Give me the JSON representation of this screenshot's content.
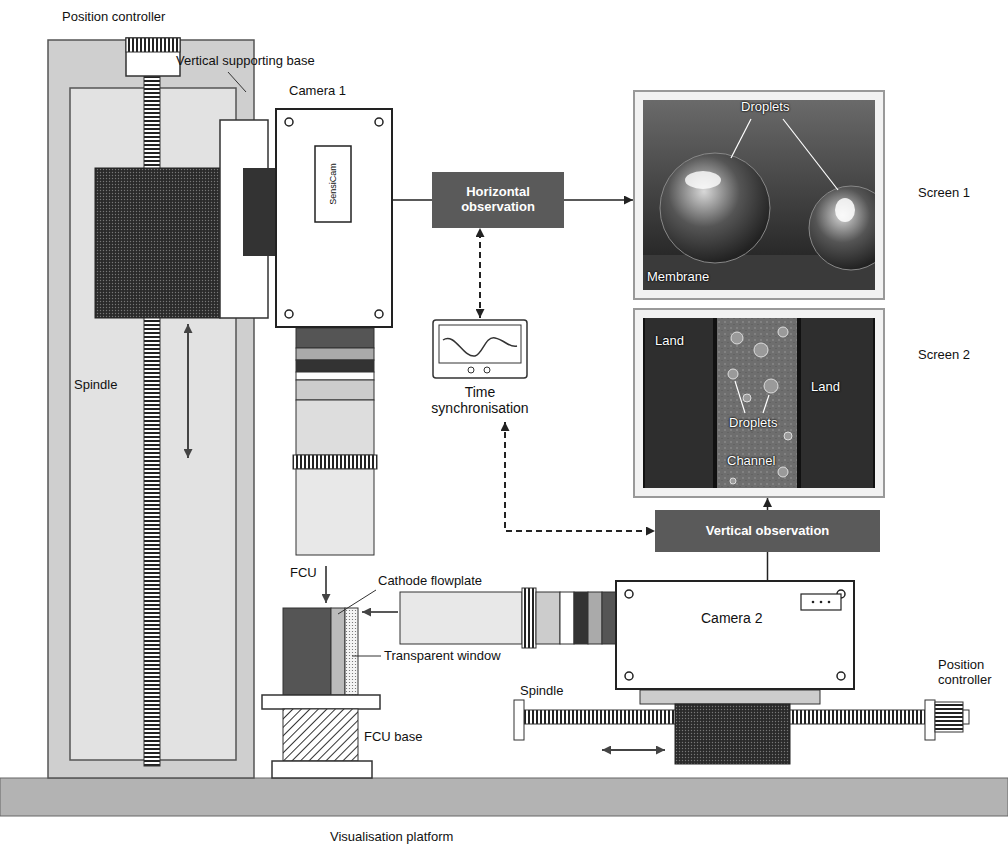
{
  "diagram": {
    "nodes": [
      {
        "text": [
          "Camera 1",
          "SensiCam"
        ]
      },
      {
        "text": [
          "Horizontal observation"
        ]
      },
      {
        "text": [
          "Screen 1",
          "Droplets",
          "Membrane"
        ]
      },
      {
        "text": [
          "Time synchronisation"
        ]
      },
      {
        "text": [
          "Vertical observation"
        ]
      },
      {
        "text": [
          "Screen 2",
          "Land",
          "Land",
          "Droplets",
          "Channel"
        ]
      },
      {
        "text": [
          "Camera 2"
        ]
      }
    ],
    "edges": [
      {
        "from": 0,
        "to": 1,
        "arrow": "none"
      },
      {
        "from": 1,
        "to": 2,
        "arrow": "to"
      },
      {
        "from": 3,
        "to": 1,
        "arrow": "both"
      },
      {
        "from": 3,
        "to": 4,
        "arrow": "both"
      },
      {
        "from": 6,
        "to": 4,
        "arrow": "none"
      },
      {
        "from": 4,
        "to": 5,
        "arrow": "to"
      }
    ],
    "labels": [
      "Position controller",
      "Vertical supporting base",
      "Spindle",
      "FCU",
      "Cathode flowplate",
      "Transparent window",
      "FCU base",
      "Spindle",
      "Position controller",
      "Visualisation platform"
    ]
  }
}
